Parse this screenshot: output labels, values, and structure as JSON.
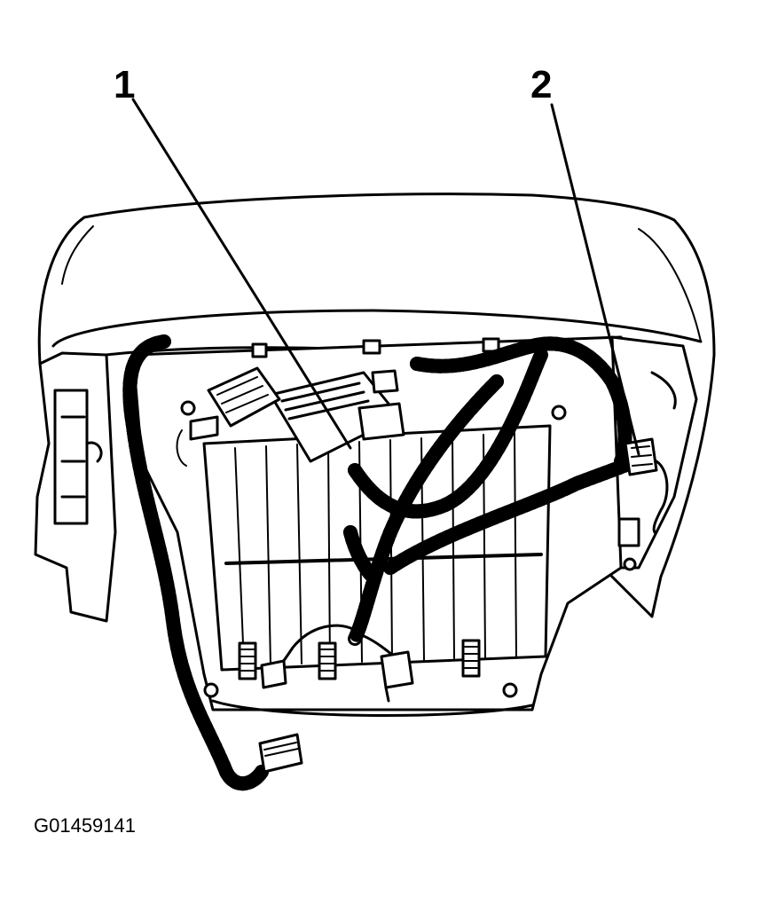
{
  "callouts": [
    {
      "label": "1"
    },
    {
      "label": "2"
    }
  ],
  "figure_id": "G01459141"
}
